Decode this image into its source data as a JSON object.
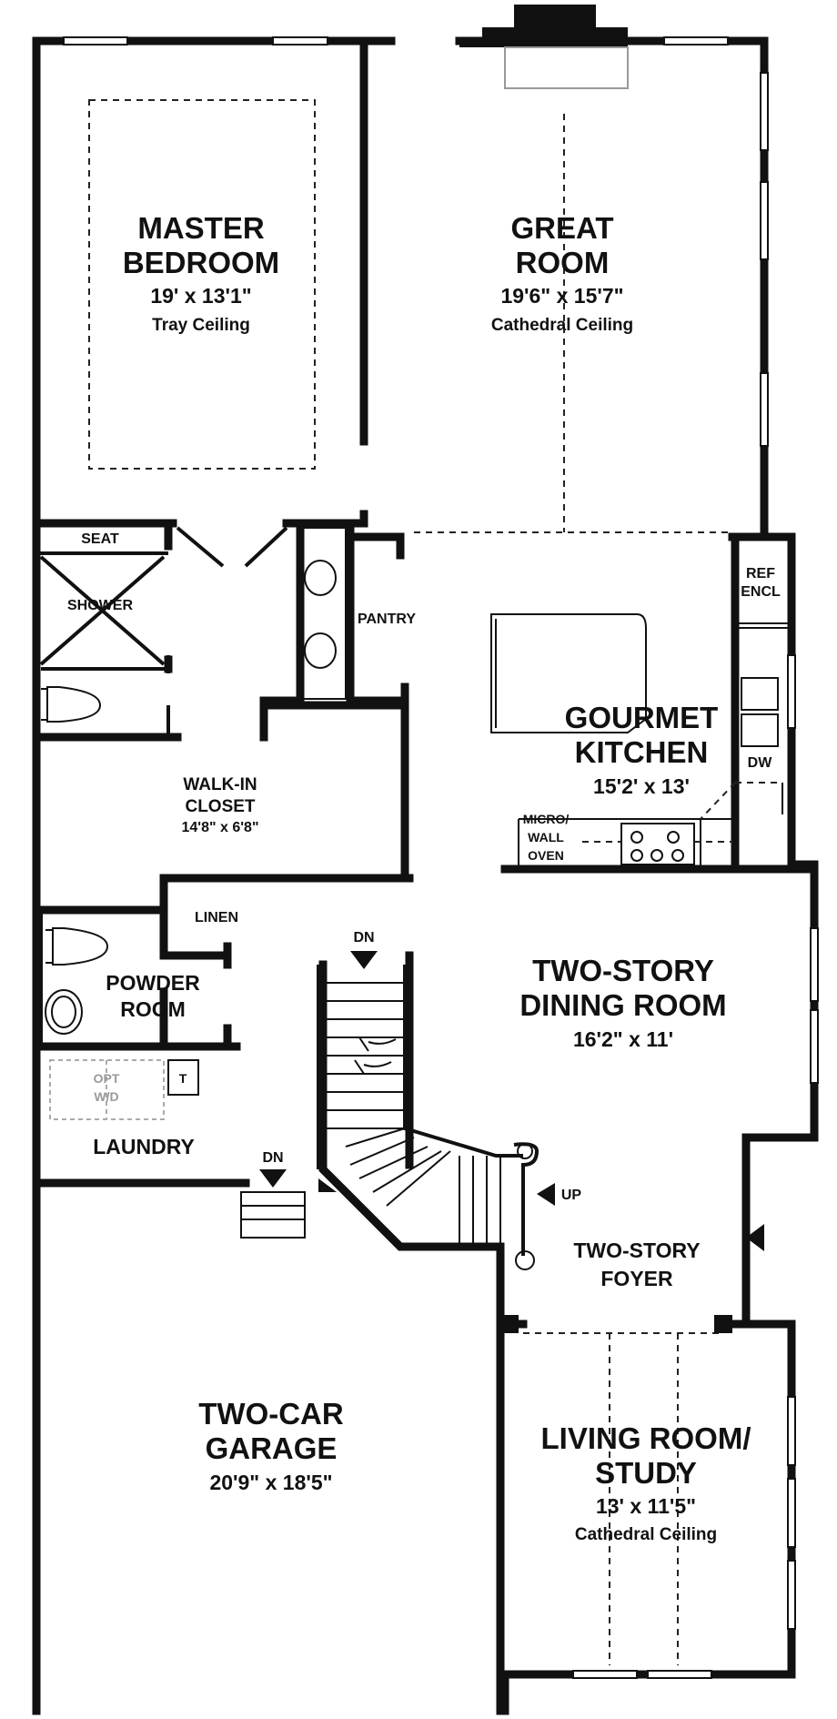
{
  "rooms": {
    "master_bedroom": {
      "name_line1": "MASTER",
      "name_line2": "BEDROOM",
      "size": "19' x 13'1\"",
      "ceiling": "Tray Ceiling"
    },
    "great_room": {
      "name_line1": "GREAT",
      "name_line2": "ROOM",
      "size": "19'6\" x 15'7\"",
      "ceiling": "Cathedral Ceiling"
    },
    "seat": {
      "name": "SEAT"
    },
    "shower": {
      "name": "SHOWER"
    },
    "pantry": {
      "name": "PANTRY"
    },
    "ref_encl": {
      "line1": "REF",
      "line2": "ENCL"
    },
    "gourmet_kitchen": {
      "name_line1": "GOURMET",
      "name_line2": "KITCHEN",
      "size": "15'2' x 13'"
    },
    "dw": {
      "name": "DW"
    },
    "micro_wall_oven": {
      "line1": "MICRO/",
      "line2": "WALL",
      "line3": "OVEN"
    },
    "walk_in_closet": {
      "name_line1": "WALK-IN",
      "name_line2": "CLOSET",
      "size": "14'8\" x 6'8\""
    },
    "linen": {
      "name": "LINEN"
    },
    "powder_room": {
      "name_line1": "POWDER",
      "name_line2": "ROOM"
    },
    "opt_wd": {
      "line1": "OPT",
      "line2": "W/D"
    },
    "t": {
      "name": "T"
    },
    "laundry": {
      "name": "LAUNDRY"
    },
    "dining_room": {
      "name_line1": "TWO-STORY",
      "name_line2": "DINING ROOM",
      "size": "16'2\" x 11'"
    },
    "foyer": {
      "name_line1": "TWO-STORY",
      "name_line2": "FOYER"
    },
    "garage": {
      "name_line1": "TWO-CAR",
      "name_line2": "GARAGE",
      "size": "20'9\" x 18'5\""
    },
    "living_room": {
      "name_line1": "LIVING ROOM/",
      "name_line2": "STUDY",
      "size": "13' x 11'5\"",
      "ceiling": "Cathedral Ceiling"
    }
  },
  "stairs": {
    "dn_main": "DN",
    "up": "UP",
    "dn_garage": "DN"
  }
}
